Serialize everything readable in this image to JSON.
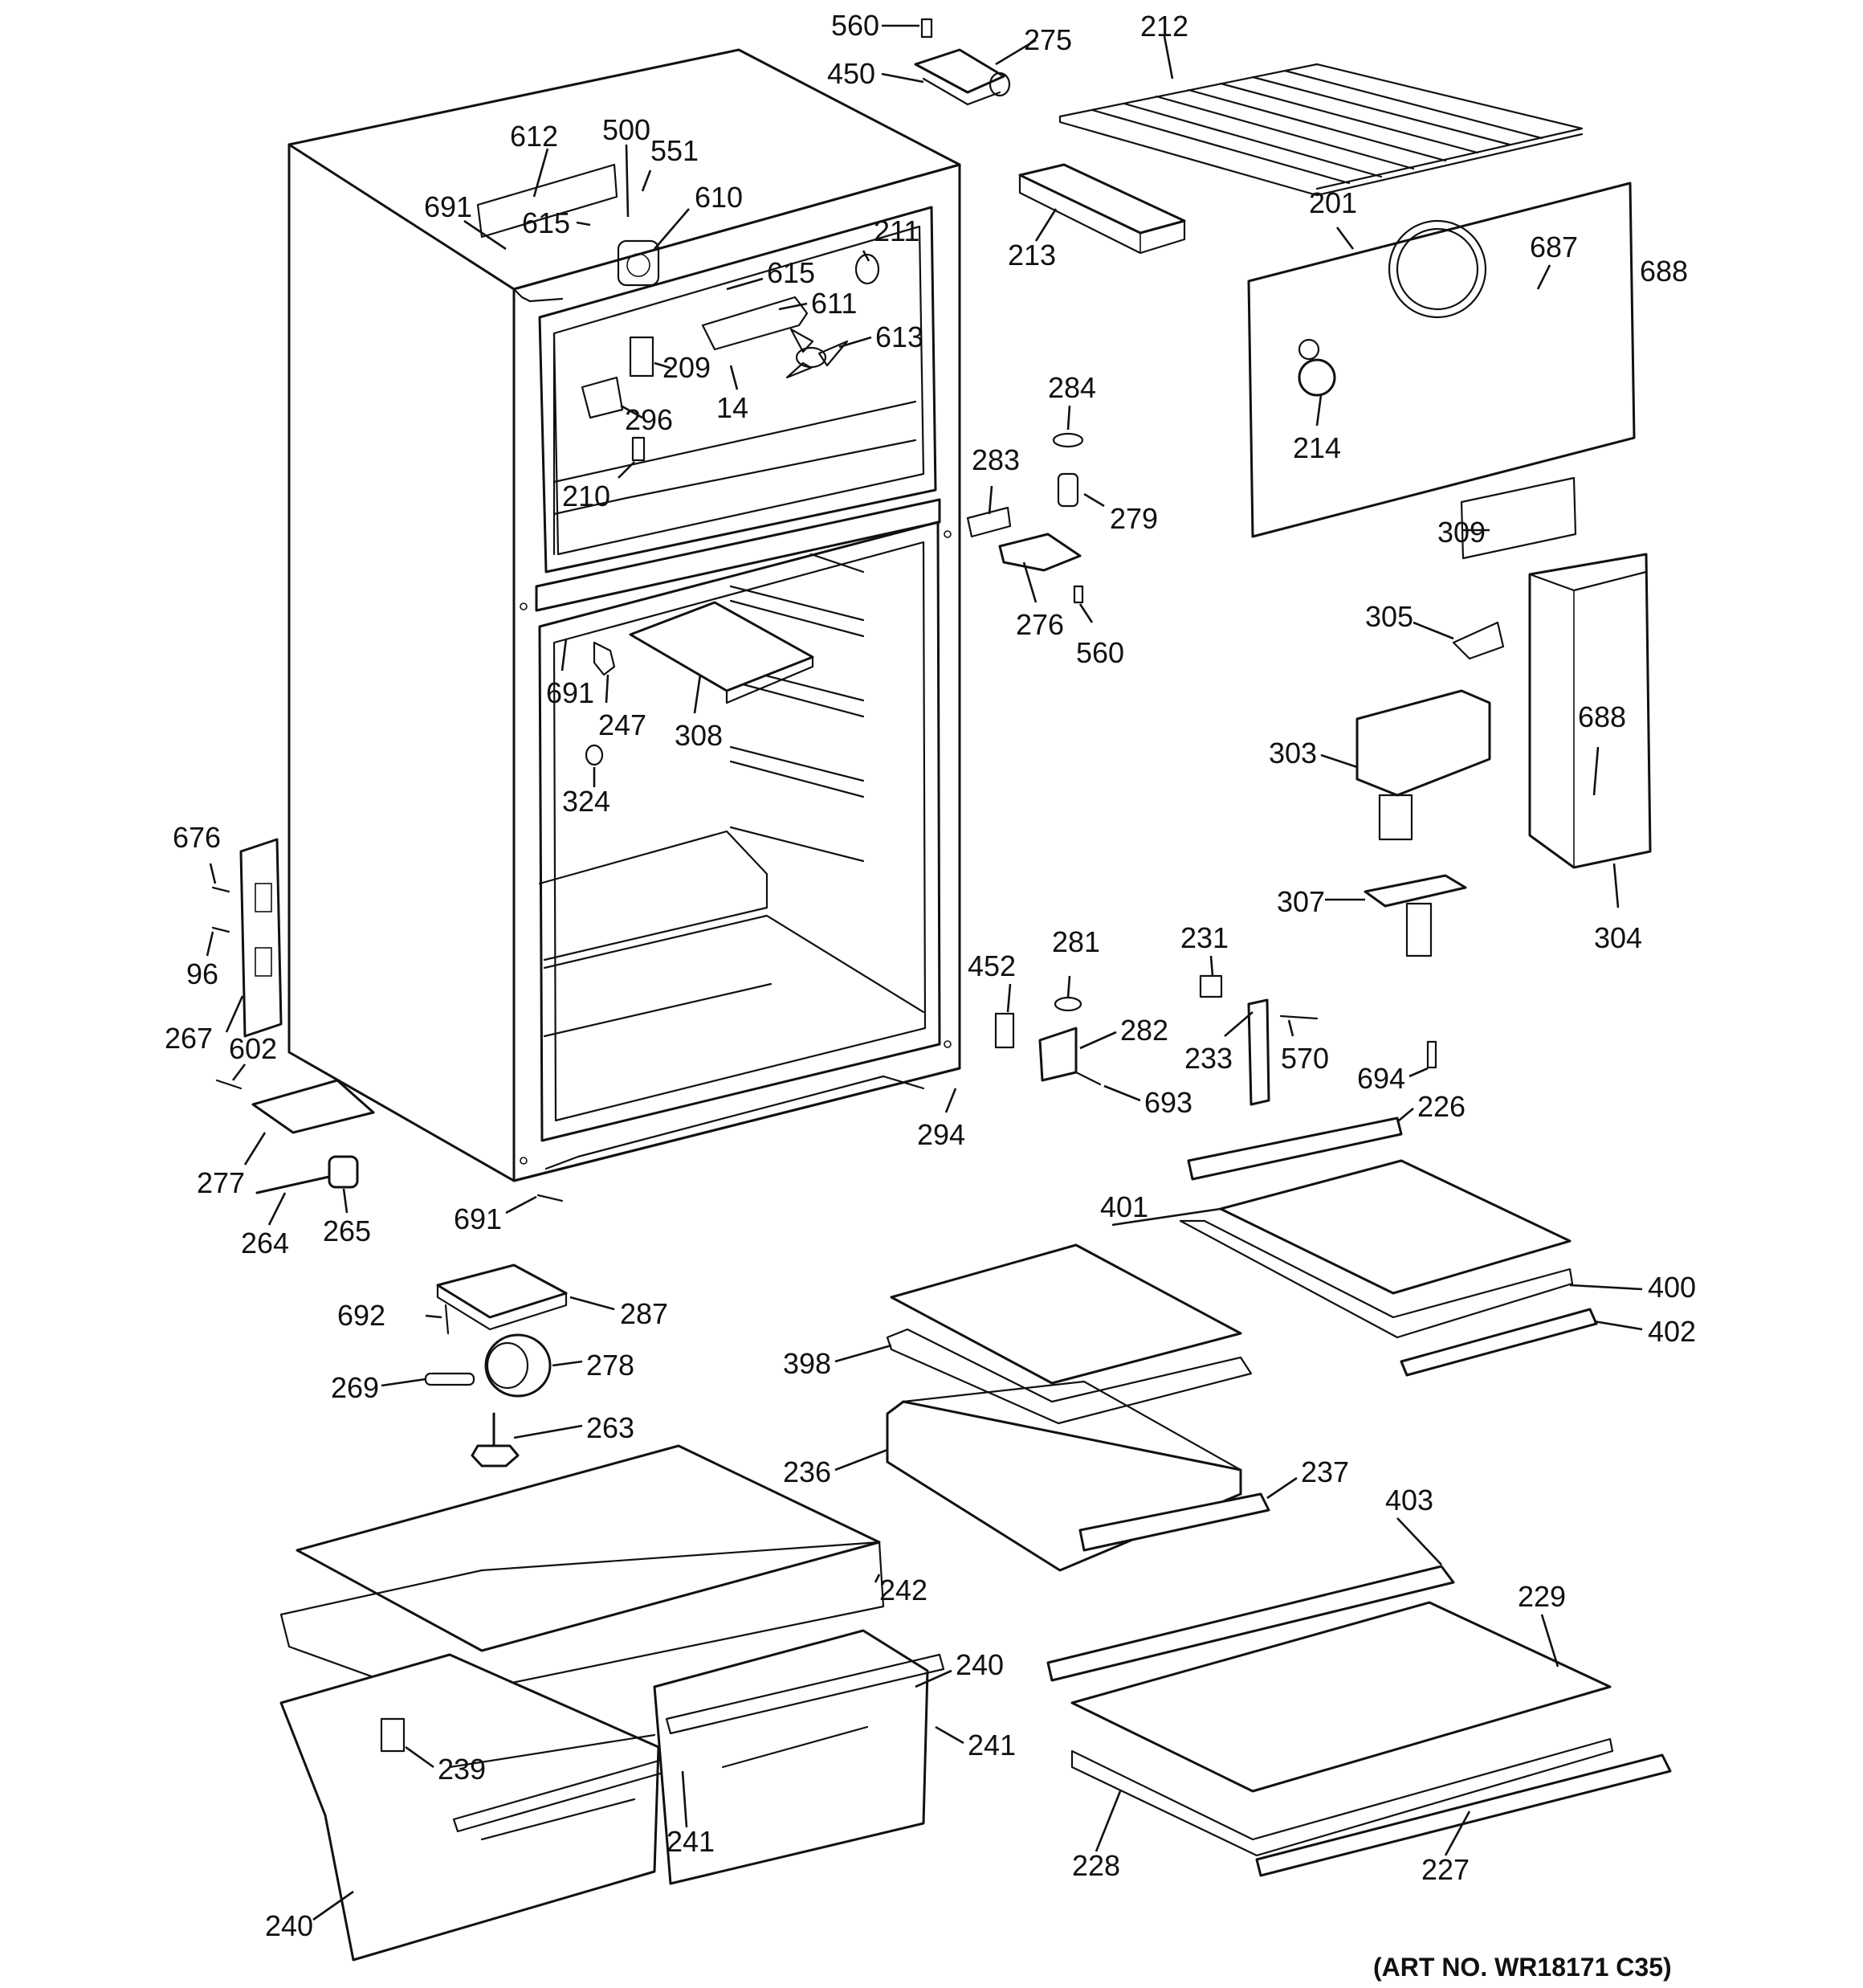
{
  "diagram": {
    "art_number": "(ART NO. WR18171 C35)",
    "callouts": [
      "560",
      "275",
      "450",
      "212",
      "612",
      "500",
      "551",
      "691",
      "615",
      "610",
      "213",
      "201",
      "687",
      "688",
      "211",
      "615",
      "611",
      "613",
      "209",
      "14",
      "296",
      "214",
      "284",
      "210",
      "283",
      "279",
      "309",
      "276",
      "560",
      "305",
      "691",
      "247",
      "308",
      "688",
      "303",
      "324",
      "304",
      "676",
      "307",
      "452",
      "281",
      "231",
      "96",
      "282",
      "233",
      "570",
      "267",
      "602",
      "693",
      "694",
      "226",
      "294",
      "277",
      "264",
      "265",
      "691",
      "401",
      "400",
      "692",
      "287",
      "402",
      "398",
      "278",
      "269",
      "263",
      "236",
      "237",
      "403",
      "242",
      "229",
      "240",
      "241",
      "239",
      "241",
      "228",
      "227",
      "240"
    ]
  }
}
